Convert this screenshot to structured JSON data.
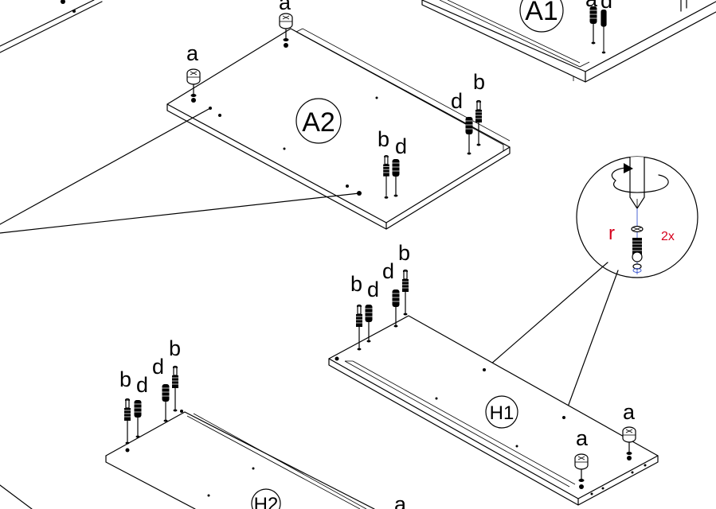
{
  "panels": {
    "a1": "A1",
    "a2": "A2",
    "h1": "H1",
    "h2": "H2"
  },
  "part_labels": {
    "cam_lock": "a",
    "cam_bolt": "b",
    "dowel": "d"
  },
  "detail": {
    "part": "r",
    "quantity": "2x"
  },
  "colors": {
    "line": "#000000",
    "accent": "#d6001c",
    "background": "#ffffff"
  }
}
